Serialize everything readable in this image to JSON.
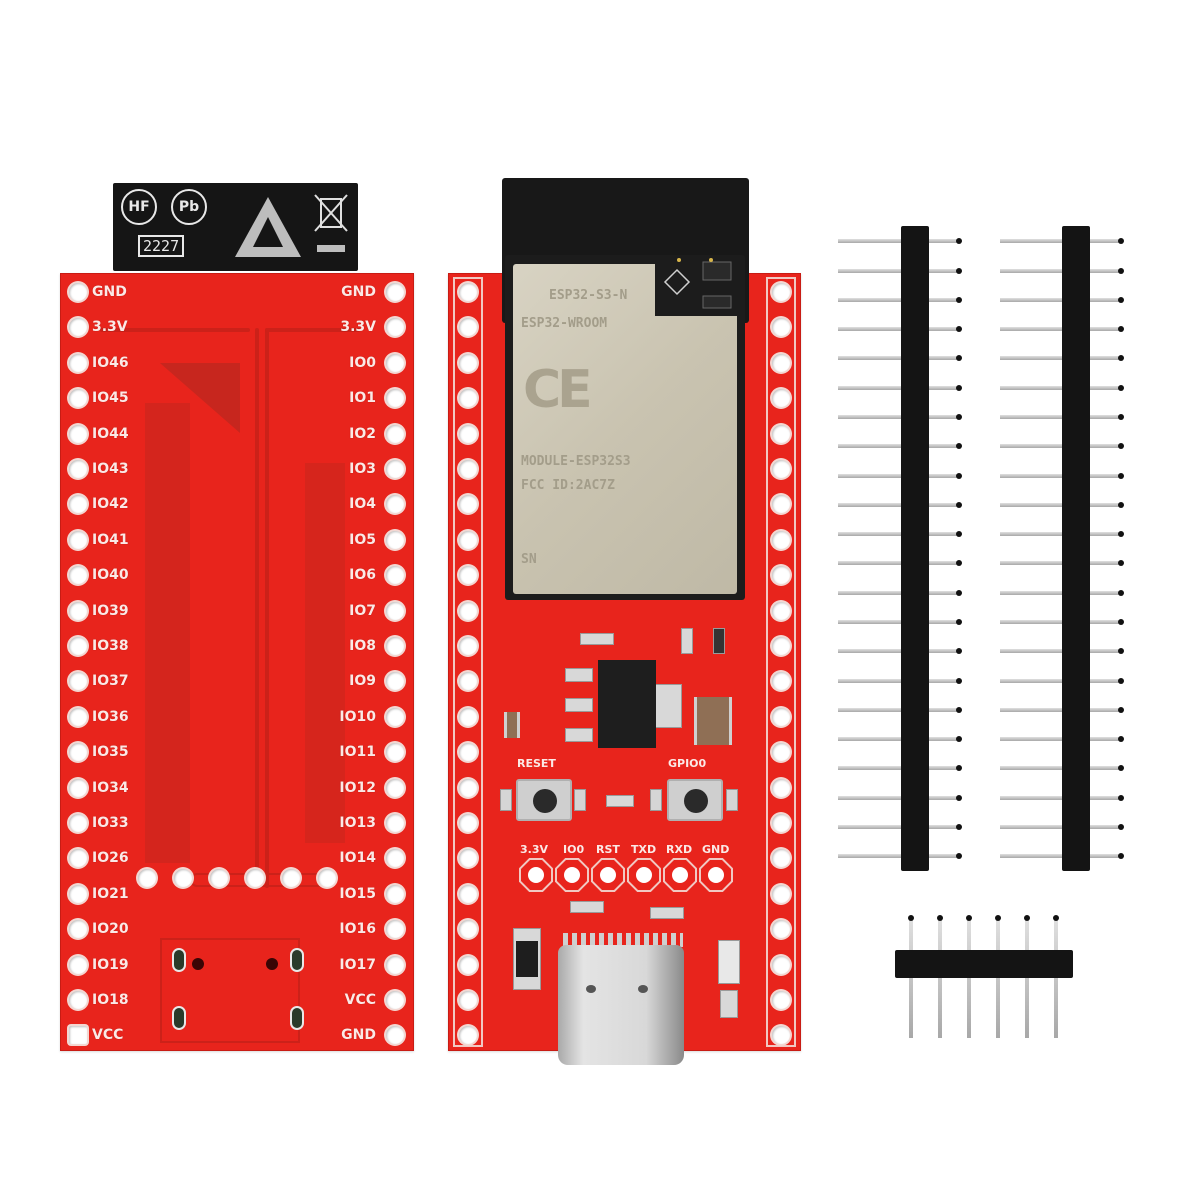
{
  "scene": {
    "description": "Product photo of an ESP32-S3 style development board shown back and front, with loose pin headers",
    "background_color": "#ffffff",
    "pcb_color": "#e8241c"
  },
  "board_back": {
    "sticker": {
      "hf_mark": "HF",
      "pb_mark": "Pb",
      "date_code": "2227"
    },
    "left_pins": [
      "GND",
      "3.3V",
      "IO46",
      "IO45",
      "IO44",
      "IO43",
      "IO42",
      "IO41",
      "IO40",
      "IO39",
      "IO38",
      "IO37",
      "IO36",
      "IO35",
      "IO34",
      "IO33",
      "IO26",
      "IO21",
      "IO20",
      "IO19",
      "IO18",
      "VCC"
    ],
    "right_pins": [
      "GND",
      "3.3V",
      "IO0",
      "IO1",
      "IO2",
      "IO3",
      "IO4",
      "IO5",
      "IO6",
      "IO7",
      "IO8",
      "IO9",
      "IO10",
      "IO11",
      "IO12",
      "IO13",
      "IO14",
      "IO15",
      "IO16",
      "IO17",
      "VCC",
      "GND"
    ]
  },
  "board_front": {
    "module": {
      "line1": "ESP32-S3-N",
      "line2": "ESP32-WROOM",
      "ce_mark": "CE",
      "line3": "MODULE-ESP32S3",
      "line4": "FCC ID:2AC7Z",
      "line5": "SN"
    },
    "buttons": [
      {
        "label": "RESET"
      },
      {
        "label": "GPIO0"
      }
    ],
    "uart_header": [
      "3.3V",
      "IO0",
      "RST",
      "TXD",
      "RXD",
      "GND"
    ],
    "connector": "USB-C"
  },
  "pin_headers": {
    "long_header_count": 2,
    "long_header_pins": 22,
    "short_header_pins": 6
  }
}
